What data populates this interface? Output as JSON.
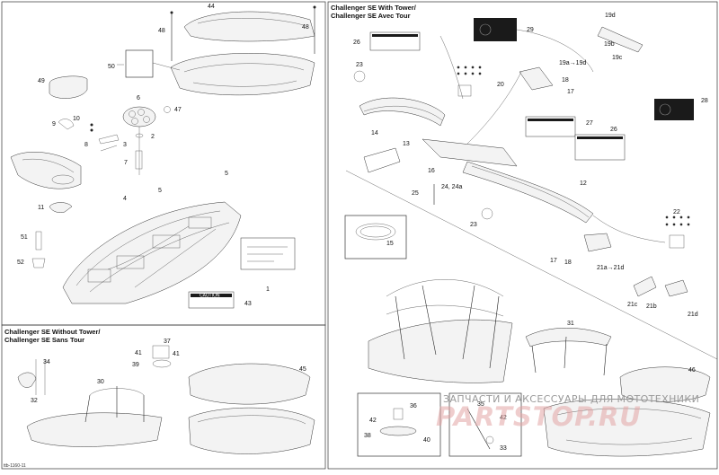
{
  "headers": {
    "with_tower_en": "Challenger SE With Tower/",
    "with_tower_fr": "Challenger SE Avec Tour",
    "without_tower_en": "Challenger SE Without Tower/",
    "without_tower_fr": "Challenger SE Sans Tour"
  },
  "watermark": {
    "line1": "ЗАПЧАСТИ И АКСЕССУАРЫ ДЛЯ МОТОТЕХНИКИ",
    "line2": "PARTSTOP.RU"
  },
  "reference_code": "ttb-1160-11",
  "decals": {
    "caution_text": "CAUTION"
  },
  "callouts": [
    "44",
    "48",
    "48",
    "50",
    "49",
    "6",
    "47",
    "10",
    "9",
    "8",
    "3",
    "2",
    "7",
    "5",
    "4",
    "5",
    "11",
    "51",
    "52",
    "1",
    "43",
    "34",
    "37",
    "41",
    "41",
    "39",
    "32",
    "30",
    "45",
    "23",
    "26",
    "29",
    "19d",
    "19b",
    "19c",
    "19a→19d",
    "18",
    "17",
    "20",
    "14",
    "27",
    "13",
    "16",
    "24, 24a",
    "25",
    "26",
    "28",
    "12",
    "23",
    "22",
    "17",
    "18",
    "21a→21d",
    "21c",
    "21b",
    "21d",
    "15",
    "31",
    "36",
    "42",
    "38",
    "40",
    "46",
    "35",
    "42",
    "33"
  ]
}
